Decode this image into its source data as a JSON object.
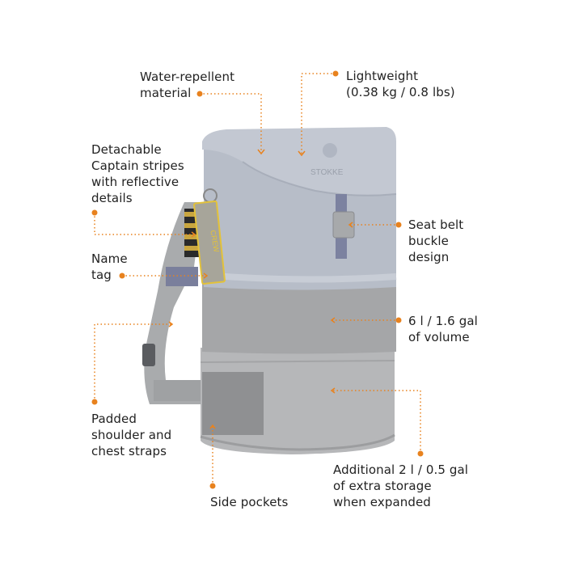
{
  "accent_color": "#e8821e",
  "bag_logo_text": "STOKKE",
  "tag_text": "CREW",
  "callouts": {
    "water": {
      "lines": [
        "Water-repellent",
        "material"
      ]
    },
    "lightweight": {
      "lines": [
        "Lightweight",
        "(0.38 kg / 0.8 lbs)"
      ]
    },
    "stripes": {
      "lines": [
        "Detachable",
        "Captain stripes",
        "with reflective",
        "details"
      ]
    },
    "nametag": {
      "lines": [
        "Name",
        "tag"
      ]
    },
    "buckle": {
      "lines": [
        "Seat belt",
        "buckle",
        "design"
      ]
    },
    "volume": {
      "lines": [
        "6 l / 1.6 gal",
        "of volume"
      ]
    },
    "straps": {
      "lines": [
        "Padded",
        "shoulder and",
        "chest straps"
      ]
    },
    "pockets": {
      "lines": [
        "Side pockets"
      ]
    },
    "extra": {
      "lines": [
        "Additional 2 l / 0.5 gal",
        "of extra storage",
        "when expanded"
      ]
    }
  }
}
